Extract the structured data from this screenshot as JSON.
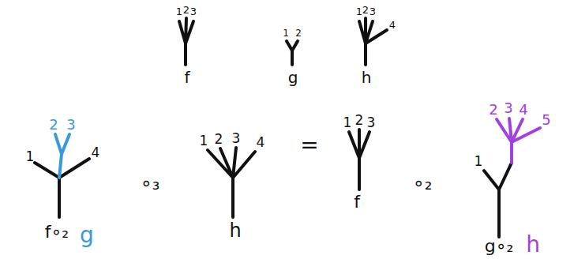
{
  "diagram": {
    "labels": [
      "1",
      "2",
      "3",
      "f",
      "1",
      "2",
      "g",
      "1",
      "2",
      "3",
      "4",
      "h",
      "1",
      "2",
      "3",
      "4",
      "f∘₂",
      "g",
      "∘₃",
      "1",
      "2",
      "3",
      "4",
      "h",
      "=",
      "1",
      "2",
      "3",
      "f",
      "∘₂",
      "1",
      "2",
      "3",
      "4",
      "5",
      "g∘₂",
      "h"
    ]
  }
}
